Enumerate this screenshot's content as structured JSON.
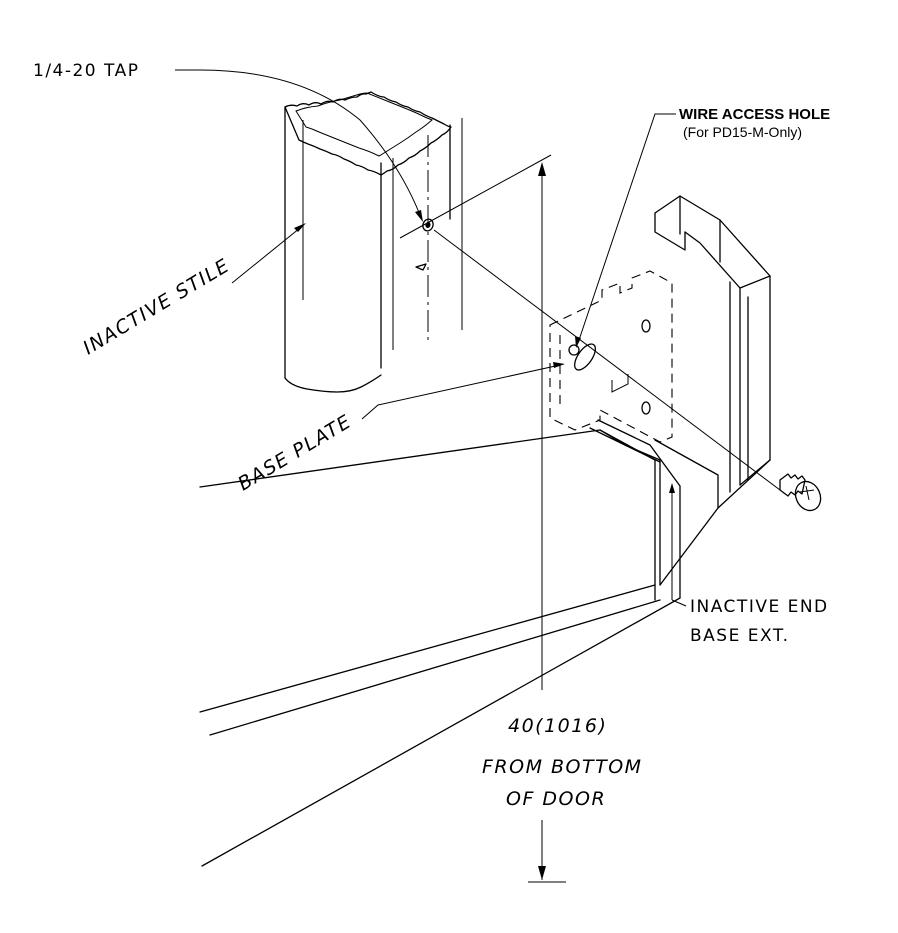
{
  "labels": {
    "tap": "1/4-20 TAP",
    "wire_access_hole": "WIRE ACCESS HOLE",
    "wire_access_note": "(For PD15-M-Only)",
    "inactive_stile": "INACTIVE STILE",
    "base_plate": "BASE PLATE",
    "inactive_end_line1": "INACTIVE END",
    "inactive_end_line2": "BASE EXT.",
    "dimension": "40(1016)",
    "from_bottom_line1": "FROM BOTTOM",
    "from_bottom_line2": "OF DOOR"
  }
}
